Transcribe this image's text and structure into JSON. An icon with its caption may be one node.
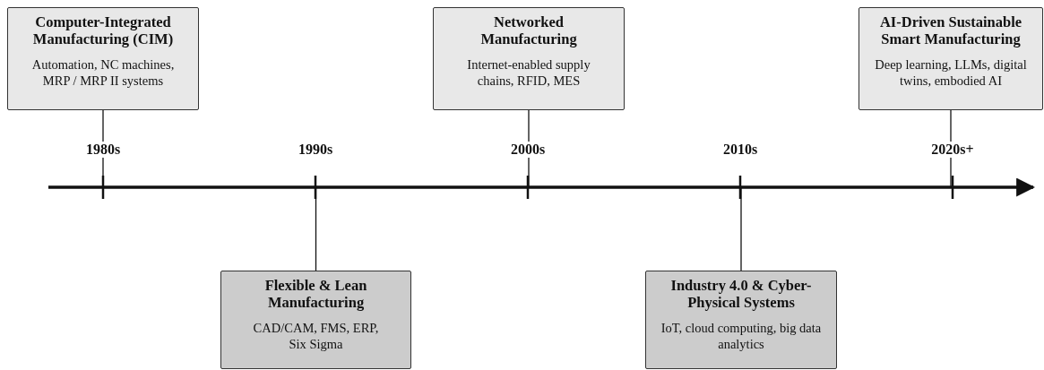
{
  "diagram": {
    "nodes": [
      {
        "text": [
          "Computer-Integrated Manufacturing (CIM)",
          "Automation, NC machines, MRP / MRP II systems"
        ]
      },
      {
        "text": [
          "Flexible & Lean Manufacturing",
          "CAD/CAM, FMS, ERP, Six Sigma"
        ]
      },
      {
        "text": [
          "Networked Manufacturing",
          "Internet-enabled supply chains, RFID, MES"
        ]
      },
      {
        "text": [
          "Industry 4.0 & Cyber-Physical Systems",
          "IoT, cloud computing, big data analytics"
        ]
      },
      {
        "text": [
          "AI-Driven Sustainable Smart Manufacturing",
          "Deep learning, LLMs, digital twins, embodied AI"
        ]
      }
    ],
    "edges": [
      {
        "from": 0,
        "to": null,
        "arrow": "none"
      },
      {
        "from": 1,
        "to": null,
        "arrow": "none"
      },
      {
        "from": 2,
        "to": null,
        "arrow": "none"
      },
      {
        "from": 3,
        "to": null,
        "arrow": "none"
      },
      {
        "from": 4,
        "to": null,
        "arrow": "none"
      }
    ],
    "labels": [
      "1980s",
      "1990s",
      "2000s",
      "2010s",
      "2020s+"
    ]
  }
}
